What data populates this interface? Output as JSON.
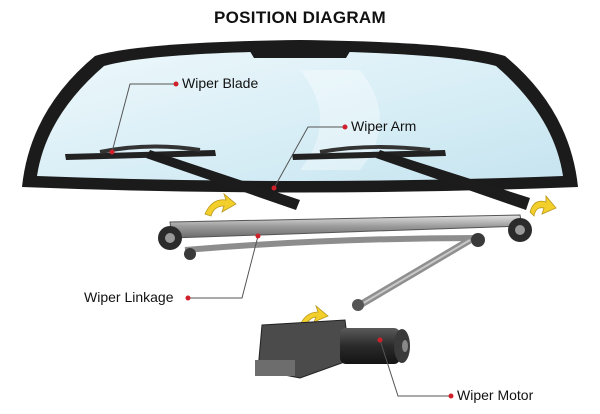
{
  "title": "POSITION DIAGRAM",
  "labels": {
    "wiper_blade": "Wiper Blade",
    "wiper_arm": "Wiper Arm",
    "wiper_linkage": "Wiper Linkage",
    "wiper_motor": "Wiper Motor"
  },
  "colors": {
    "leader_dot": "#d0212a",
    "pivot_arrow": "#f3cf2b",
    "glass": "#dff0f6",
    "frame": "#1b1b1b"
  }
}
